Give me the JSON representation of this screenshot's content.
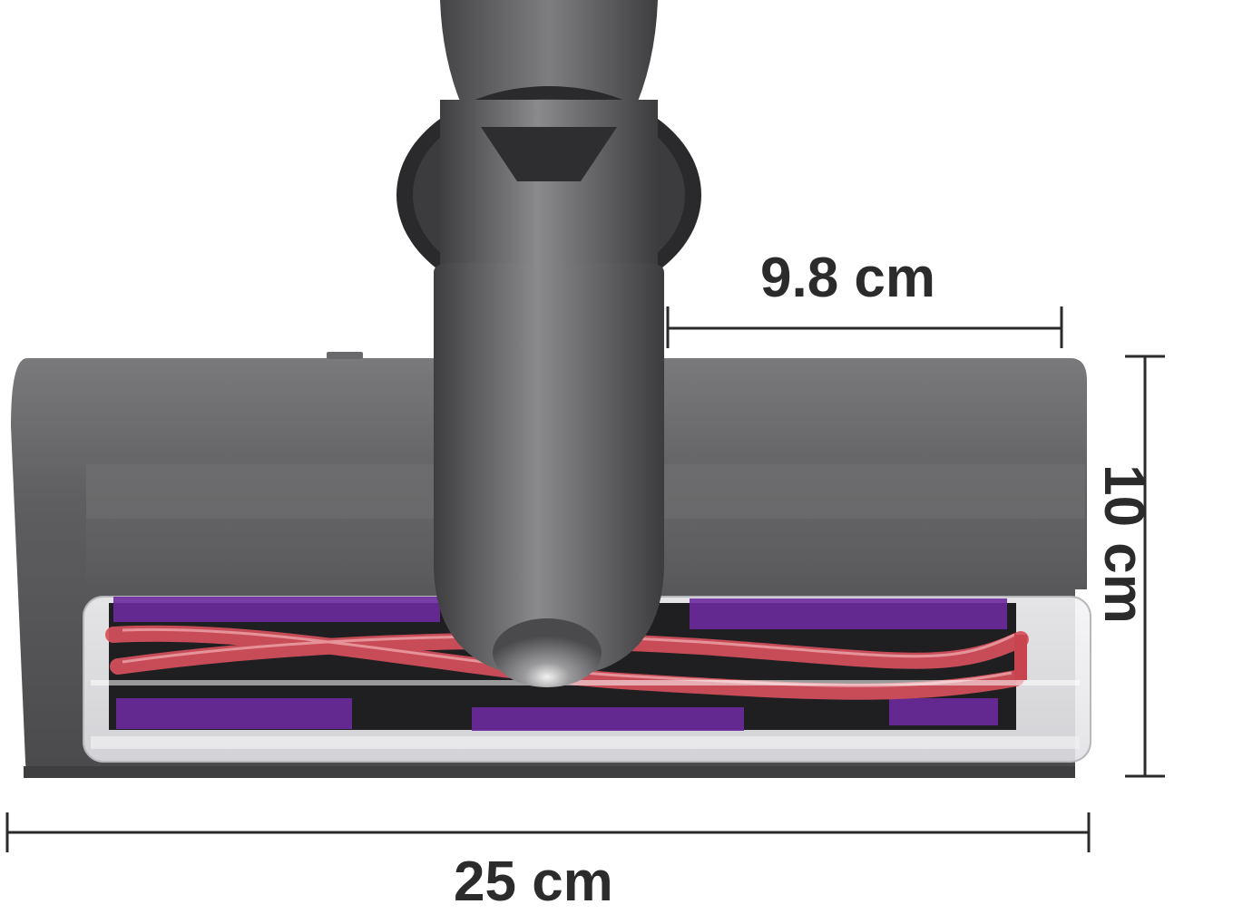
{
  "dimensions": {
    "depth_label": "9.8 cm",
    "height_label": "10 cm",
    "width_label": "25 cm"
  },
  "colors": {
    "body": "#5c5c5e",
    "brush_bar": "#c8555c",
    "bristles_purple": "#6a2a9c",
    "bristles_black": "#1e1e1e",
    "dimension_lines": "#2b2b2b"
  }
}
